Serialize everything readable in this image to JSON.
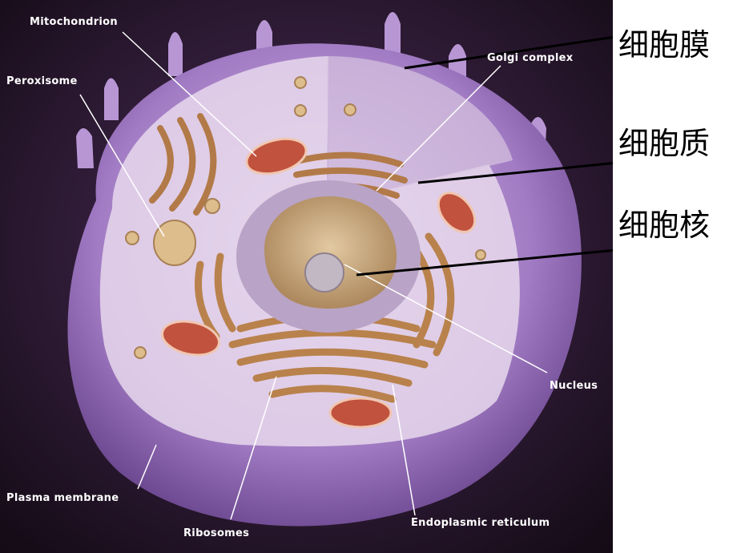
{
  "labels": {
    "mitochondrion": "Mitochondrion",
    "golgi": "Golgi complex",
    "peroxisome": "Peroxisome",
    "nucleus": "Nucleus",
    "plasma_membrane": "Plasma membrane",
    "ribosomes": "Ribosomes",
    "er": "Endoplasmic reticulum"
  },
  "chinese_labels": {
    "membrane": "细胞膜",
    "cytoplasm": "细胞质",
    "nucleus": "细胞核"
  },
  "colors": {
    "background": "#1c1020",
    "cell_outer": "#a27cc4",
    "cell_inner": "#e6d4ea",
    "nucleus": "#c9a77c",
    "organelle": "#c48a52",
    "mitochondrion": "#c0523e"
  }
}
